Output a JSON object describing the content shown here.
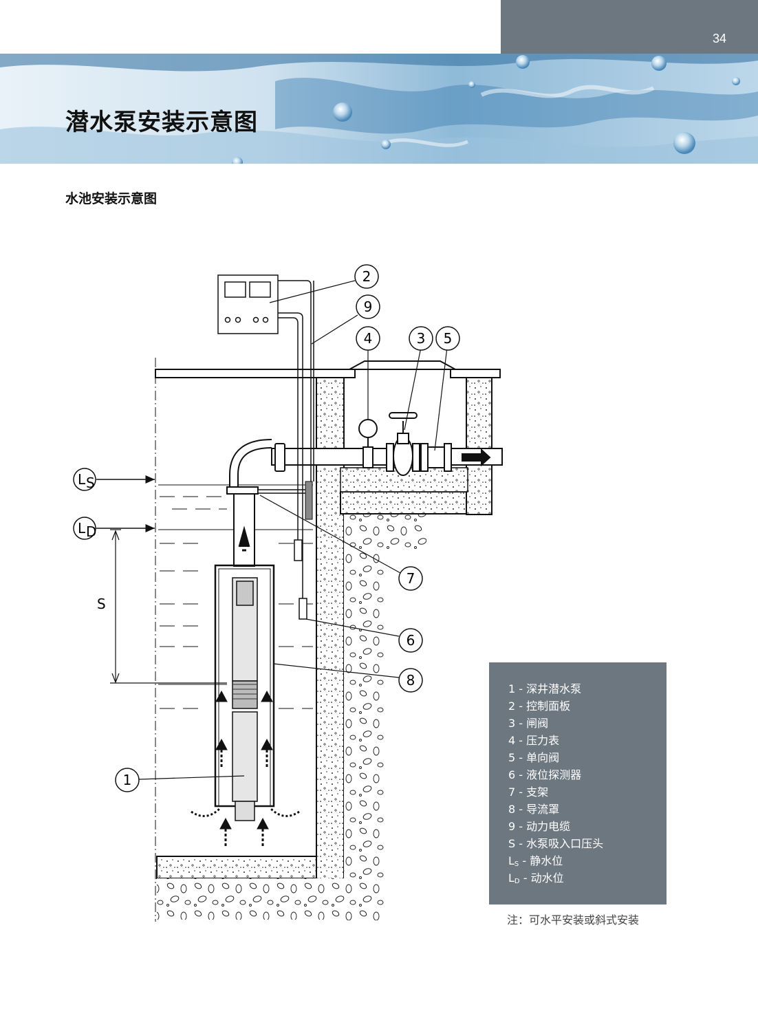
{
  "header": {
    "page_number": "34",
    "title": "潜水泵安装示意图",
    "subtitle": "水池安装示意图"
  },
  "diagram": {
    "callouts": [
      "1",
      "2",
      "3",
      "4",
      "5",
      "6",
      "7",
      "8",
      "9"
    ],
    "level_static_main": "L",
    "level_static_sub": "S",
    "level_dynamic_main": "L",
    "level_dynamic_sub": "D",
    "s_label": "S"
  },
  "legend": {
    "items": [
      {
        "code": "1",
        "text": "深井潜水泵"
      },
      {
        "code": "2",
        "text": "控制面板"
      },
      {
        "code": "3",
        "text": "闸阀"
      },
      {
        "code": "4",
        "text": "压力表"
      },
      {
        "code": "5",
        "text": "单向阀"
      },
      {
        "code": "6",
        "text": "液位探测器"
      },
      {
        "code": "7",
        "text": "支架"
      },
      {
        "code": "8",
        "text": "导流罩"
      },
      {
        "code": "9",
        "text": "动力电缆"
      },
      {
        "code": "S",
        "text": "水泵吸入口压头"
      }
    ],
    "ls": {
      "main": "L",
      "sub": "S",
      "text": "静水位"
    },
    "ld": {
      "main": "L",
      "sub": "D",
      "text": "动水位"
    }
  },
  "note": "注：可水平安装或斜式安装",
  "colors": {
    "panel": "#6d7780",
    "water_light": "#d6e8f3",
    "water_deep": "#3a7fb0"
  }
}
